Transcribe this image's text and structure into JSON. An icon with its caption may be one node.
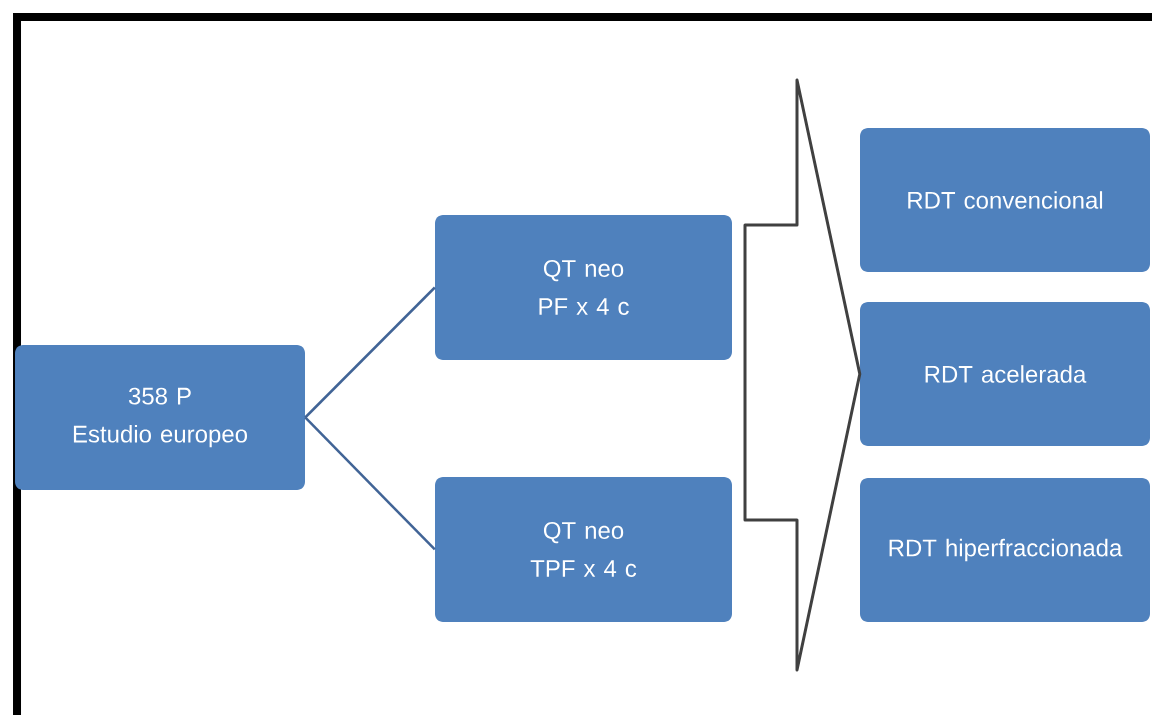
{
  "diagram": {
    "nodes": [
      {
        "text": [
          "358 P",
          "Estudio europeo"
        ]
      },
      {
        "text": [
          "QT neo",
          "PF x 4 c"
        ]
      },
      {
        "text": [
          "QT neo",
          "TPF x 4 c"
        ]
      },
      {
        "text": [
          "RDT convencional"
        ]
      },
      {
        "text": [
          "RDT acelerada"
        ]
      },
      {
        "text": [
          "RDT hiperfraccionada"
        ]
      }
    ],
    "edges": [
      {
        "from": 0,
        "to": 1,
        "arrow": "none"
      },
      {
        "from": 0,
        "to": 2,
        "arrow": "none"
      },
      {
        "from": 1,
        "to": 4,
        "arrow": "to"
      },
      {
        "from": 2,
        "to": 4,
        "arrow": "to"
      }
    ]
  }
}
